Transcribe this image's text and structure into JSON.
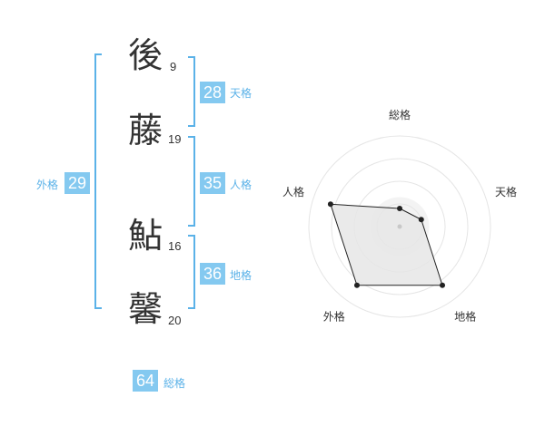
{
  "name": {
    "chars": [
      {
        "char": "後",
        "strokes": "9"
      },
      {
        "char": "藤",
        "strokes": "19"
      },
      {
        "char": "鮎",
        "strokes": "16"
      },
      {
        "char": "馨",
        "strokes": "20"
      }
    ]
  },
  "fortunes": {
    "tenkaku": {
      "value": "28",
      "label": "天格"
    },
    "jinkaku": {
      "value": "35",
      "label": "人格"
    },
    "chikaku": {
      "value": "36",
      "label": "地格"
    },
    "gaikaku": {
      "value": "29",
      "label": "外格"
    },
    "soukaku": {
      "value": "64",
      "label": "総格"
    }
  },
  "chart_data": {
    "type": "radar",
    "axes": [
      "総格",
      "天格",
      "地格",
      "外格",
      "人格"
    ],
    "values": [
      0.2,
      0.25,
      0.8,
      0.8,
      0.8
    ],
    "range": [
      0,
      1
    ],
    "grid": true,
    "grid_levels": 4,
    "colors": {
      "grid": "#e5e5e5",
      "fill": "#e6e6e6",
      "stroke": "#222222",
      "point": "#222222",
      "center": "#c8c8c8"
    }
  },
  "colors": {
    "accent": "#5bb2e8",
    "badge_bg": "#84c9f0",
    "text": "#333333"
  }
}
